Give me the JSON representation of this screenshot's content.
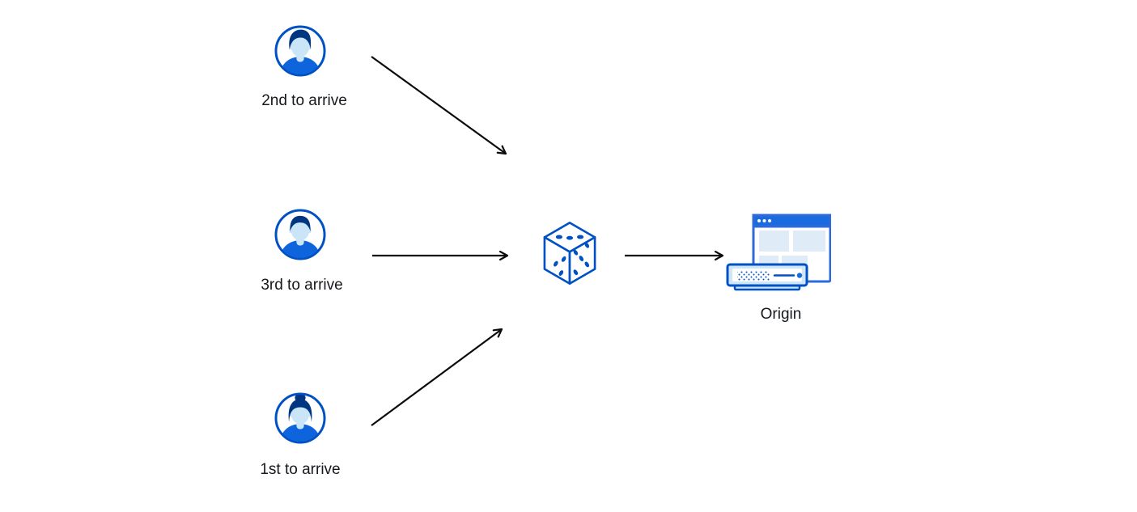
{
  "theme": {
    "bg": "#ffffff",
    "outline-blue": "#0051c3",
    "hair-blue": "#003681",
    "face-blue": "#c9e5f7",
    "shirt-blue": "#0d64dc",
    "window-blue": "#2e6bd8",
    "titlebar-blue": "#1a6be0",
    "block-blue": "#dfecf8",
    "server-fill": "#cfe6f8",
    "arrow-color": "#0c0c0c",
    "text-color": "#15181c"
  },
  "diagram": {
    "users": [
      {
        "label": "2nd to arrive",
        "icon": "male-avatar-swept-hair-icon"
      },
      {
        "label": "3rd to arrive",
        "icon": "male-avatar-short-hair-icon"
      },
      {
        "label": "1st to arrive",
        "icon": "female-avatar-bun-icon"
      }
    ],
    "router": {
      "icon": "dice-icon"
    },
    "origin": {
      "label": "Origin",
      "icon": "origin-server-browser-icon"
    },
    "connections": [
      {
        "from": "2nd to arrive",
        "to": "dice"
      },
      {
        "from": "3rd to arrive",
        "to": "dice"
      },
      {
        "from": "1st to arrive",
        "to": "dice"
      },
      {
        "from": "dice",
        "to": "Origin"
      }
    ]
  }
}
